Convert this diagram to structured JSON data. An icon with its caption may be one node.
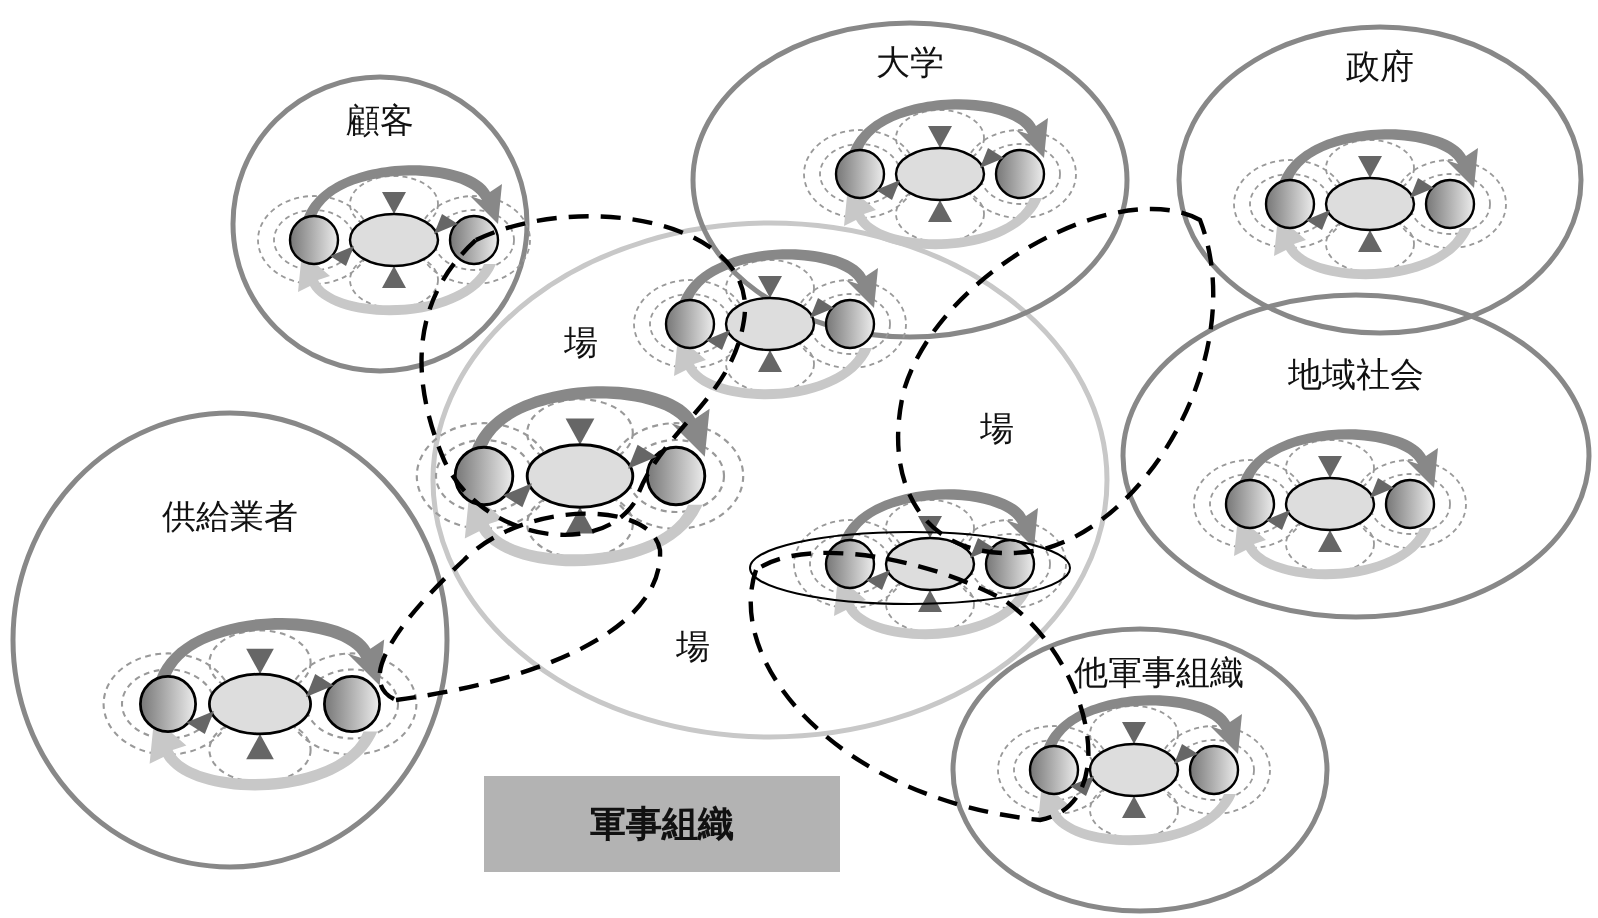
{
  "diagram": {
    "nodes": [
      {
        "text": [
          "顧客"
        ]
      },
      {
        "text": [
          "大学"
        ]
      },
      {
        "text": [
          "政府"
        ]
      },
      {
        "text": [
          "地域社会"
        ]
      },
      {
        "text": [
          "供給業者"
        ]
      },
      {
        "text": [
          "他軍事組織"
        ]
      },
      {
        "text": [],
        "shape": "circle"
      },
      {
        "text": [
          "軍事組織"
        ]
      }
    ],
    "edges": [],
    "labels": [
      "場",
      "場",
      "場"
    ]
  }
}
